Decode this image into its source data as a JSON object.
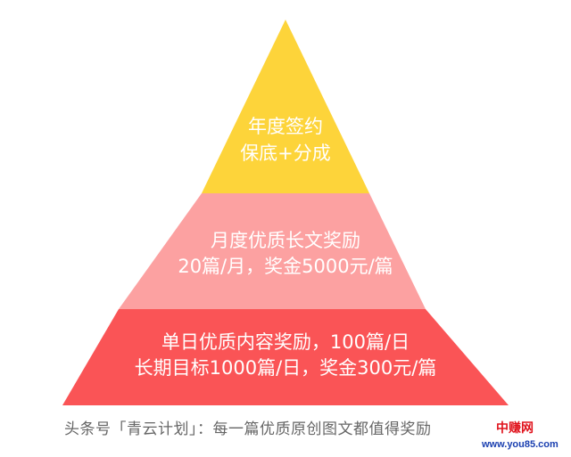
{
  "pyramid": {
    "tiers": [
      {
        "level": "top",
        "color": "#FDD43A",
        "line1": "年度签约",
        "line2": "保底+分成"
      },
      {
        "level": "middle",
        "color": "#FCA1A1",
        "line1": "月度优质长文奖励",
        "line2": "20篇/月，奖金5000元/篇"
      },
      {
        "level": "bottom",
        "color": "#FA5456",
        "line1": "单日优质内容奖励，100篇/日",
        "line2": "长期目标1000篇/日，奖金300元/篇"
      }
    ]
  },
  "caption": "头条号「青云计划」：每一篇优质原创图文都值得奖励",
  "watermark": {
    "name": "中赚网",
    "url": "www.you85.com"
  }
}
